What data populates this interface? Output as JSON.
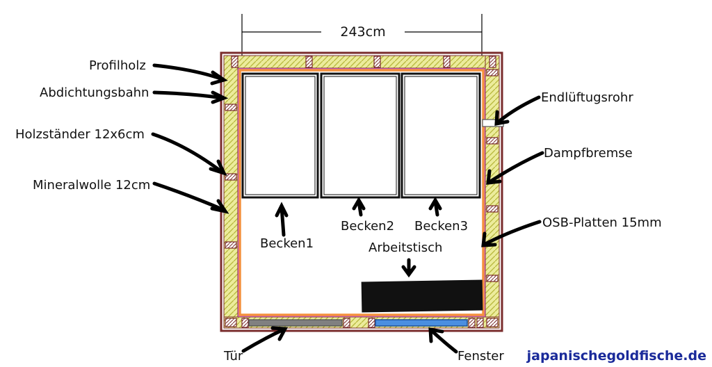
{
  "dimension": "243cm",
  "labels": {
    "profilholz": "Profilholz",
    "abdichtungsbahn": "Abdichtungsbahn",
    "holzstaender": "Holzständer 12x6cm",
    "mineralwolle": "Mineralwolle 12cm",
    "endlueftungsrohr": "Endlüftugsrohr",
    "dampfbremse": "Dampfbremse",
    "osb": "OSB-Platten 15mm",
    "becken1": "Becken1",
    "becken2": "Becken2",
    "becken3": "Becken3",
    "arbeitstisch": "Arbeitstisch",
    "tuer": "Tür",
    "fenster": "Fenster"
  },
  "website": "japanischegoldfische.de",
  "colors": {
    "wood": "#7a2c2c",
    "insulation": "#e8e8a0",
    "osb": "#f4913d",
    "membrane": "#d05fd0",
    "door": "#808080",
    "window": "#4a8fe0",
    "website": "#1a2a9a"
  }
}
